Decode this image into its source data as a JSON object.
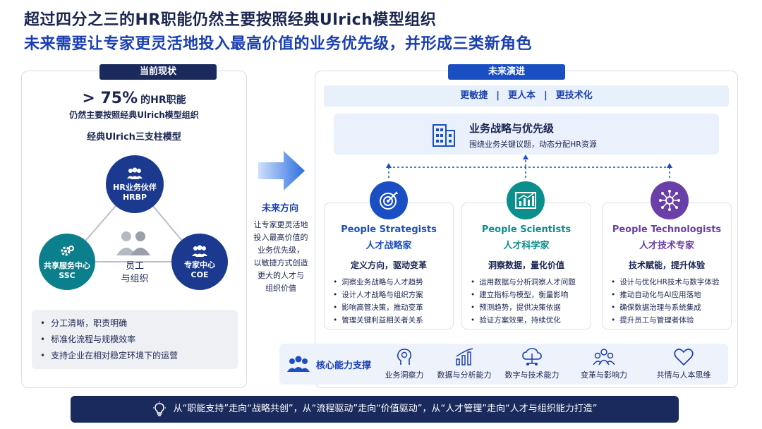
{
  "title_line1": "超过四分之三的HR职能仍然主要按照经典Ulrich模型组织",
  "title_line2": "未来需要让专家更灵活地投入最高价值的业务优先级，并形成三类新角色",
  "current": {
    "tag": "当前现状",
    "stat_big": "> 75%",
    "stat_small": "的HR职能",
    "stat_sub": "仍然主要按照经典Ulrich模型组织",
    "model_title": "经典Ulrich三支柱模型",
    "hrbp_cn": "HR业务伙伴",
    "hrbp_en": "HRBP",
    "ssc_cn": "共享服务中心",
    "ssc_en": "SSC",
    "coe_cn": "专家中心",
    "coe_en": "COE",
    "center_l1": "员工",
    "center_l2": "与组织",
    "bullets": [
      "分工清晰，职责明确",
      "标准化流程与规模效率",
      "支持企业在相对稳定环境下的运营"
    ]
  },
  "direction": {
    "title": "未来方向",
    "text": [
      "让专家更灵活地",
      "投入最高价值的",
      "业务优先级，",
      "以敏捷方式创造",
      "更大的人才与",
      "组织价值"
    ]
  },
  "future": {
    "tag": "未来演进",
    "banner": [
      "更敏捷",
      "|",
      "更人本",
      "|",
      "更技术化"
    ],
    "strategy_title": "业务战略与优先级",
    "strategy_sub": "围绕业务关键议题，动态分配HR资源",
    "roles": [
      {
        "en": "People Strategists",
        "cn": "人才战略家",
        "desc": "定义方向，驱动变革",
        "color": "#1a4fc4",
        "items": [
          "洞察业务战略与人才趋势",
          "设计人才战略与组织方案",
          "影响高管决策，推动变革",
          "管理关键利益相关者关系"
        ]
      },
      {
        "en": "People Scientists",
        "cn": "人才科学家",
        "desc": "洞察数据，量化价值",
        "color": "#0b8f8c",
        "items": [
          "运用数据与分析洞察人才问题",
          "建立指标与模型，衡量影响",
          "预测趋势，提供决策依据",
          "验证方案效果，持续优化"
        ]
      },
      {
        "en": "People Technologists",
        "cn": "人才技术专家",
        "desc": "技术赋能，提升体验",
        "color": "#6b3fa8",
        "items": [
          "设计与优化HR技术与数字体验",
          "推动自动化与AI应用落地",
          "确保数据治理与系统集成",
          "提升员工与管理者体验"
        ]
      }
    ],
    "support_title": "核心能力支撑",
    "capabilities": [
      "业务洞察力",
      "数据与分析能力",
      "数字与技术能力",
      "变革与影响力",
      "共情与人本思维"
    ]
  },
  "footer": "从“职能支持”走向“战略共创”，从“流程驱动”走向“价值驱动”，从“人才管理”走向“人才与组织能力打造”",
  "colors": {
    "navy": "#1b2a5c",
    "blue": "#1a4fc4",
    "teal": "#0b8f8c",
    "purple": "#6b3fa8"
  }
}
